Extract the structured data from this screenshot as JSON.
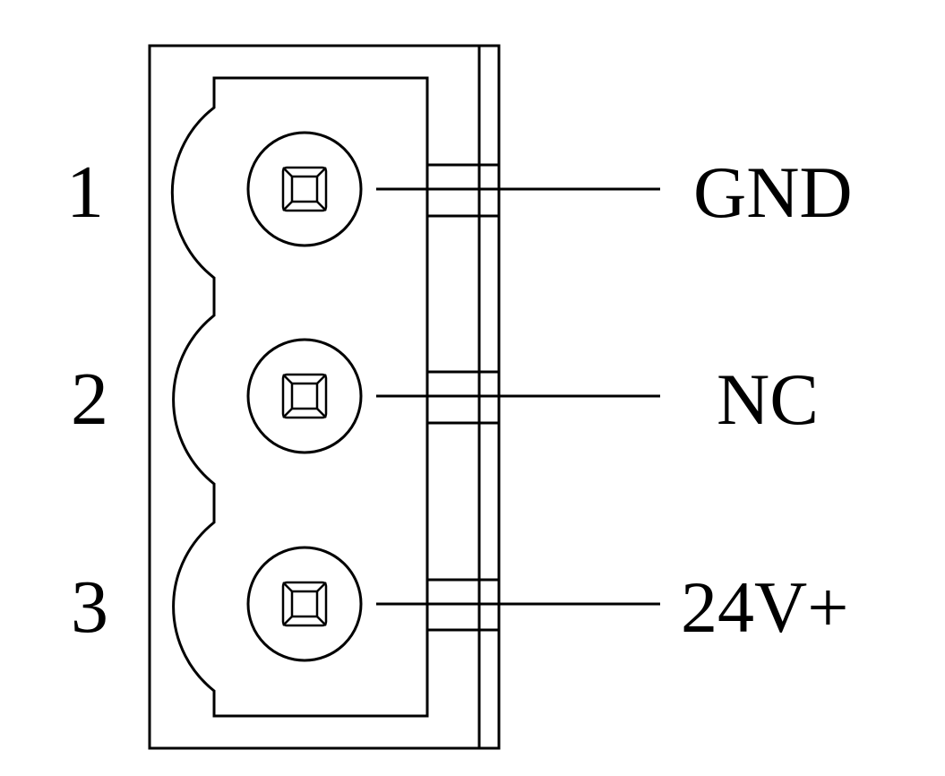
{
  "diagram": {
    "pins": [
      {
        "number": "1",
        "label": "GND"
      },
      {
        "number": "2",
        "label": "NC"
      },
      {
        "number": "3",
        "label": "24V+"
      }
    ]
  }
}
